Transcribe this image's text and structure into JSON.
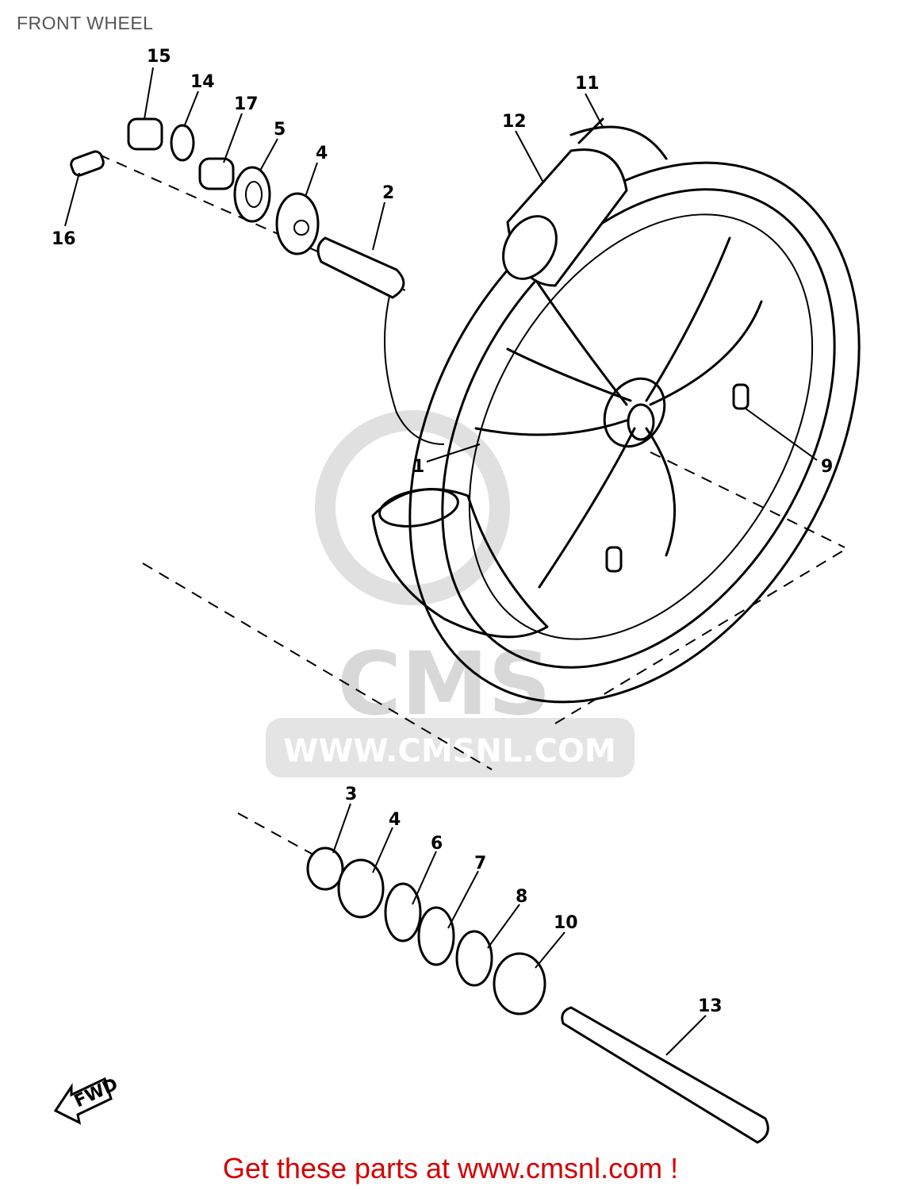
{
  "title": "FRONT WHEEL",
  "footer": "Get these parts at www.cmsnl.com !",
  "watermark": {
    "logo_text": "CMS",
    "url_text": "WWW.CMSNL.COM"
  },
  "fwd_arrow_label": "FWD",
  "callouts": {
    "p15": "15",
    "p14": "14",
    "p17": "17",
    "p5": "5",
    "p4a": "4",
    "p2": "2",
    "p16": "16",
    "p11": "11",
    "p12": "12",
    "p1": "1",
    "p9": "9",
    "p3": "3",
    "p4b": "4",
    "p6": "6",
    "p7": "7",
    "p8": "8",
    "p10": "10",
    "p13": "13"
  },
  "colors": {
    "footer": "#d40000",
    "title": "#555555",
    "watermark": "#d8d8d8"
  }
}
